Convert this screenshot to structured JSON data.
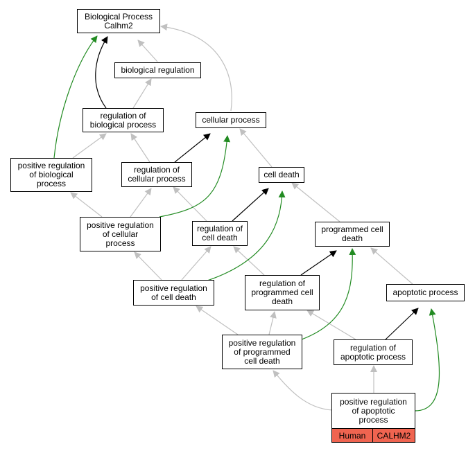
{
  "nodes": {
    "root": "Biological Process\nCalhm2",
    "biological_regulation": "biological regulation",
    "regulation_of_biological_process": "regulation of\nbiological process",
    "cellular_process": "cellular process",
    "positive_regulation_of_biological_process": "positive regulation\nof biological\nprocess",
    "regulation_of_cellular_process": "regulation of\ncellular process",
    "cell_death": "cell death",
    "positive_regulation_of_cellular_process": "positive regulation\nof cellular\nprocess",
    "regulation_of_cell_death": "regulation of\ncell death",
    "programmed_cell_death": "programmed cell\ndeath",
    "positive_regulation_of_cell_death": "positive regulation\nof cell death",
    "regulation_of_programmed_cell_death": "regulation of\nprogrammed cell\ndeath",
    "apoptotic_process": "apoptotic process",
    "positive_regulation_of_programmed_cell_death": "positive regulation\nof programmed\ncell death",
    "regulation_of_apoptotic_process": "regulation of\napoptotic process",
    "positive_regulation_of_apoptotic_process": "positive regulation\nof apoptotic\nprocess"
  },
  "species_row": {
    "species": "Human",
    "gene": "CALHM2"
  },
  "colors": {
    "is_a": "#c0c0c0",
    "regulates": "#000000",
    "positively_regulates": "#228b22",
    "species_fill": "#f06450"
  }
}
